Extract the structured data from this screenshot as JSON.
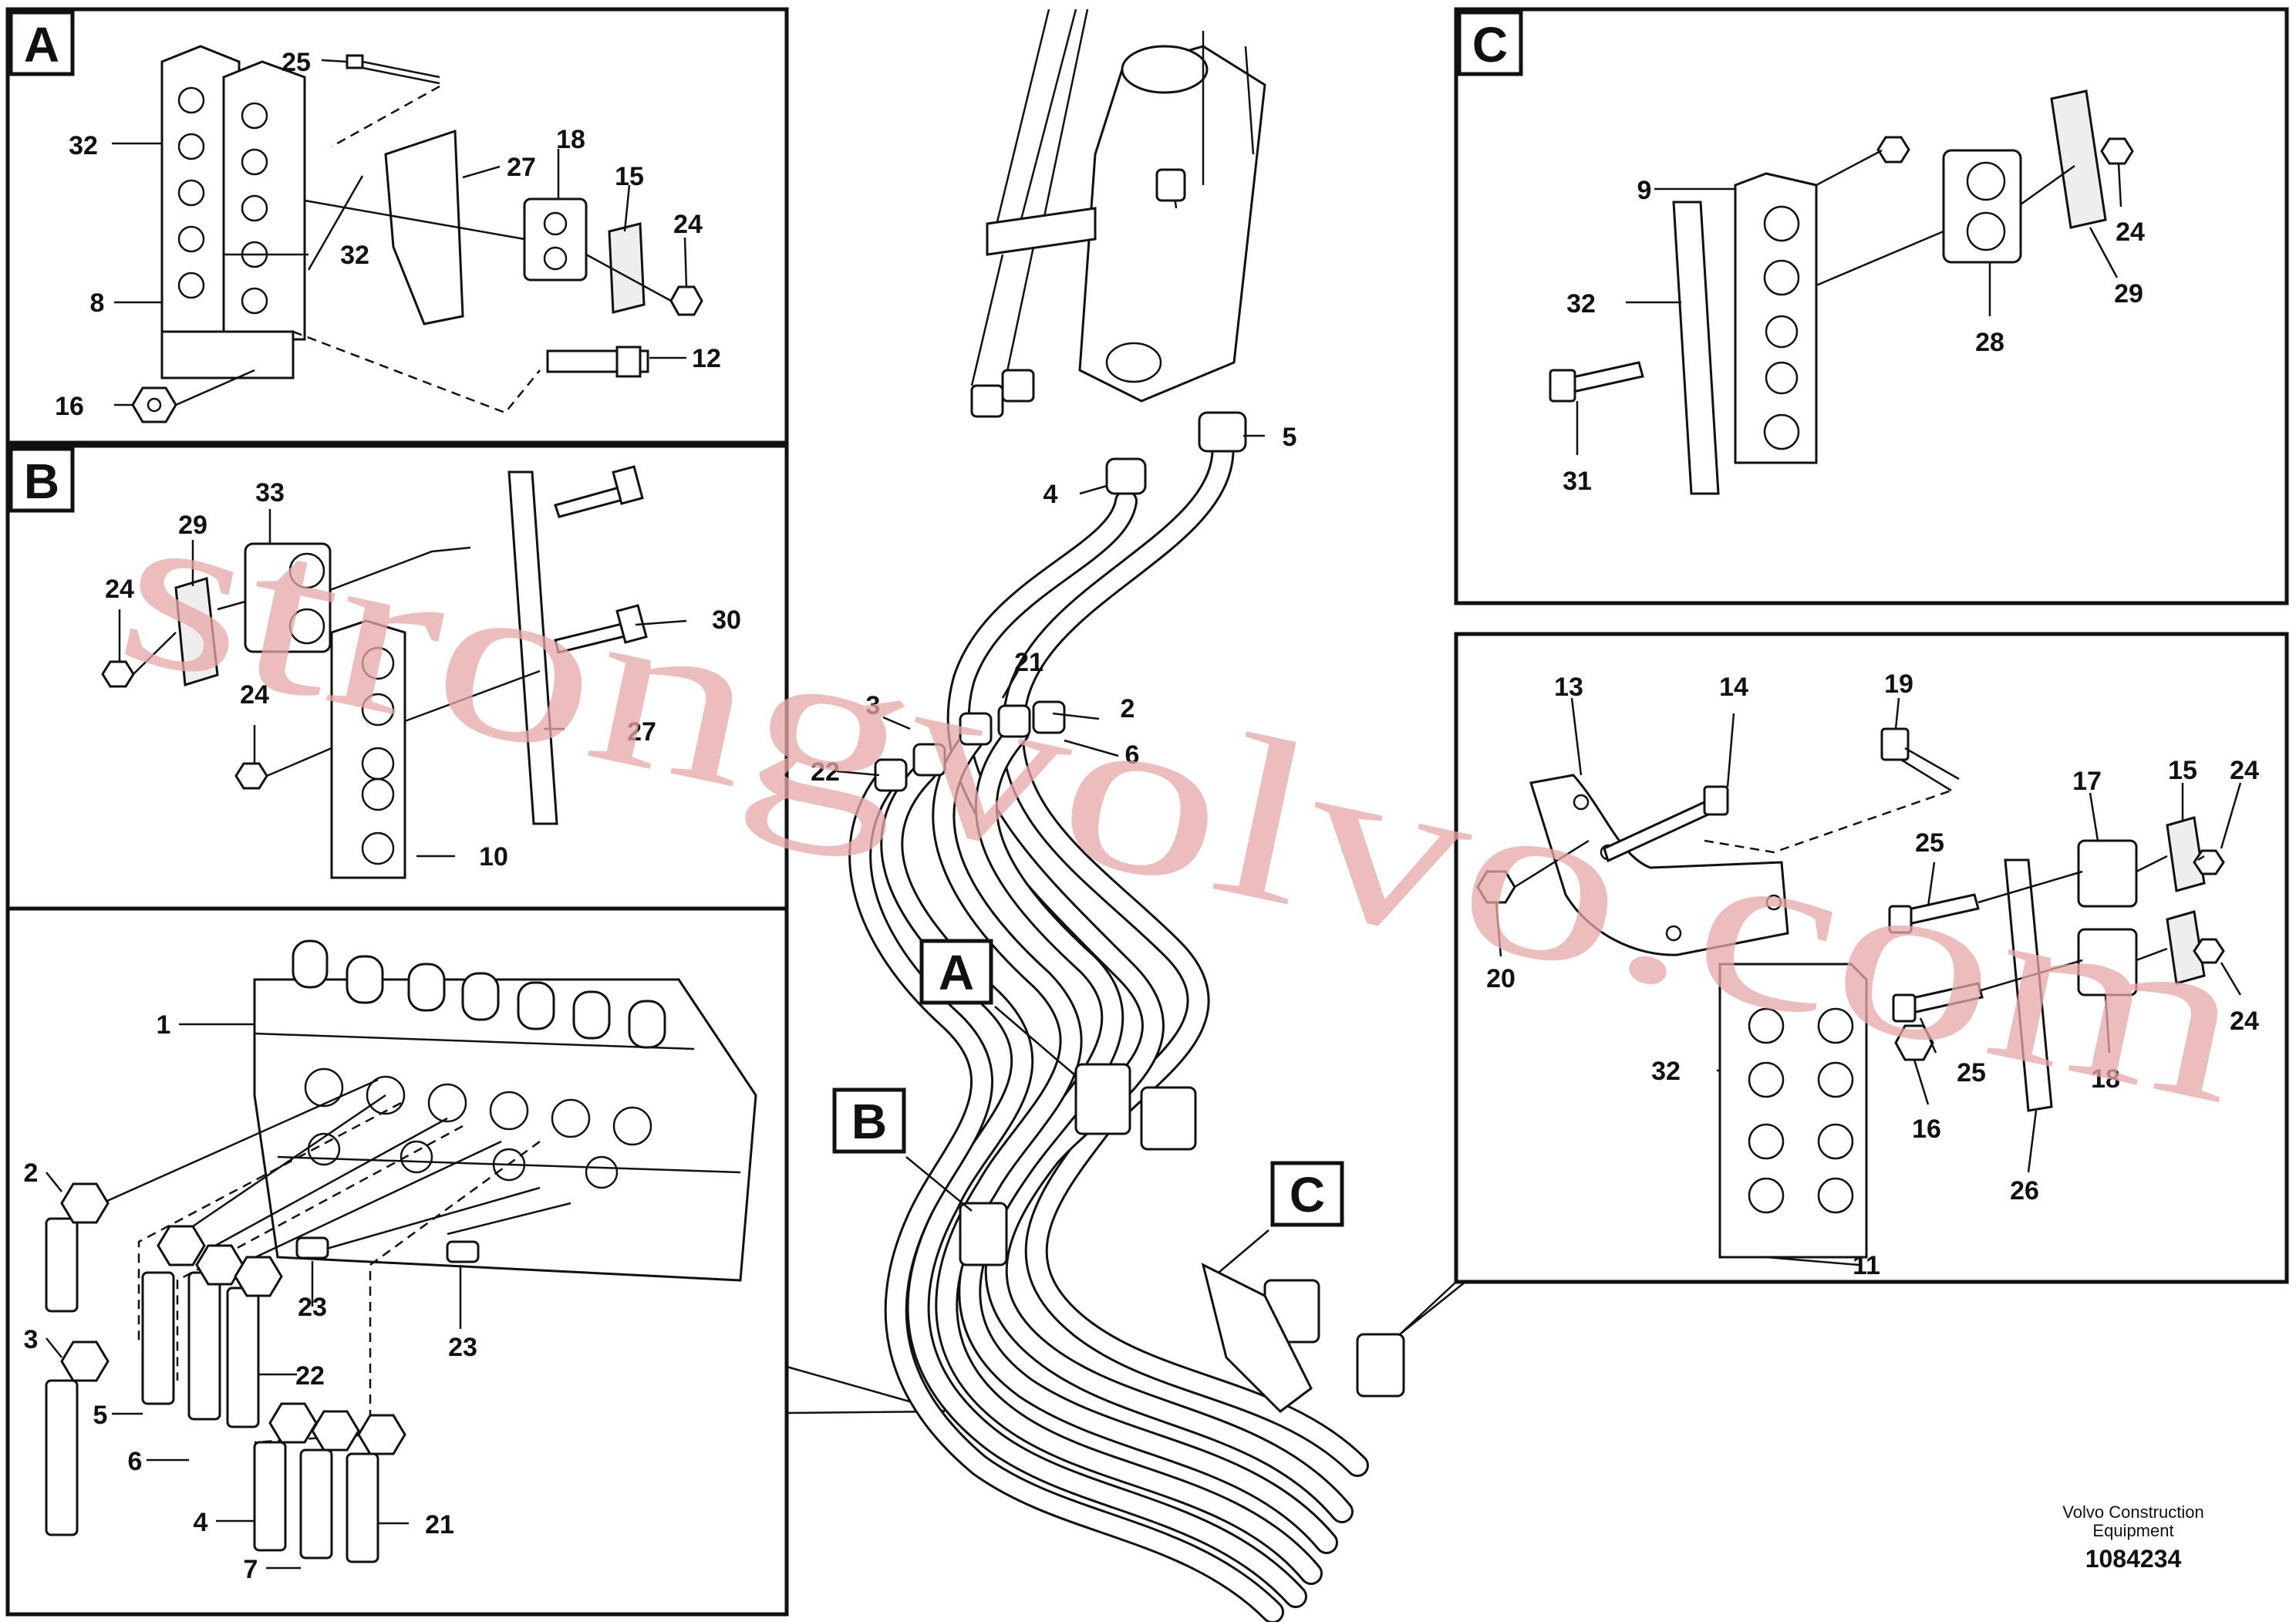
{
  "views": [
    {
      "letter": "A"
    },
    {
      "letter": "B"
    },
    {
      "letter": "C"
    }
  ],
  "callouts": {
    "A": [
      "A"
    ],
    "B": [
      "B"
    ],
    "C": [
      "C"
    ]
  },
  "part_labels": {
    "viewA": [
      "25",
      "32",
      "27",
      "18",
      "15",
      "24",
      "32",
      "8",
      "16",
      "12"
    ],
    "viewB": [
      "33",
      "29",
      "24",
      "24",
      "30",
      "27",
      "10"
    ],
    "viewC": [
      "9",
      "24",
      "32",
      "29",
      "28",
      "31"
    ],
    "viewD": [
      "13",
      "14",
      "19",
      "17",
      "15",
      "24",
      "25",
      "20",
      "24",
      "32",
      "25",
      "16",
      "18",
      "26",
      "11"
    ],
    "center": [
      "5",
      "4",
      "21",
      "2",
      "3",
      "6",
      "22"
    ],
    "valve": [
      "1",
      "2",
      "3",
      "5",
      "6",
      "4",
      "7",
      "23",
      "23",
      "22",
      "21"
    ]
  },
  "caption": {
    "line1": "Volvo Construction",
    "line2": "Equipment",
    "number": "1084234"
  },
  "watermark": "strongvolvo.com",
  "colors": {
    "ink": "#111111",
    "watermark": "#e8a7a7",
    "background": "#ffffff"
  }
}
